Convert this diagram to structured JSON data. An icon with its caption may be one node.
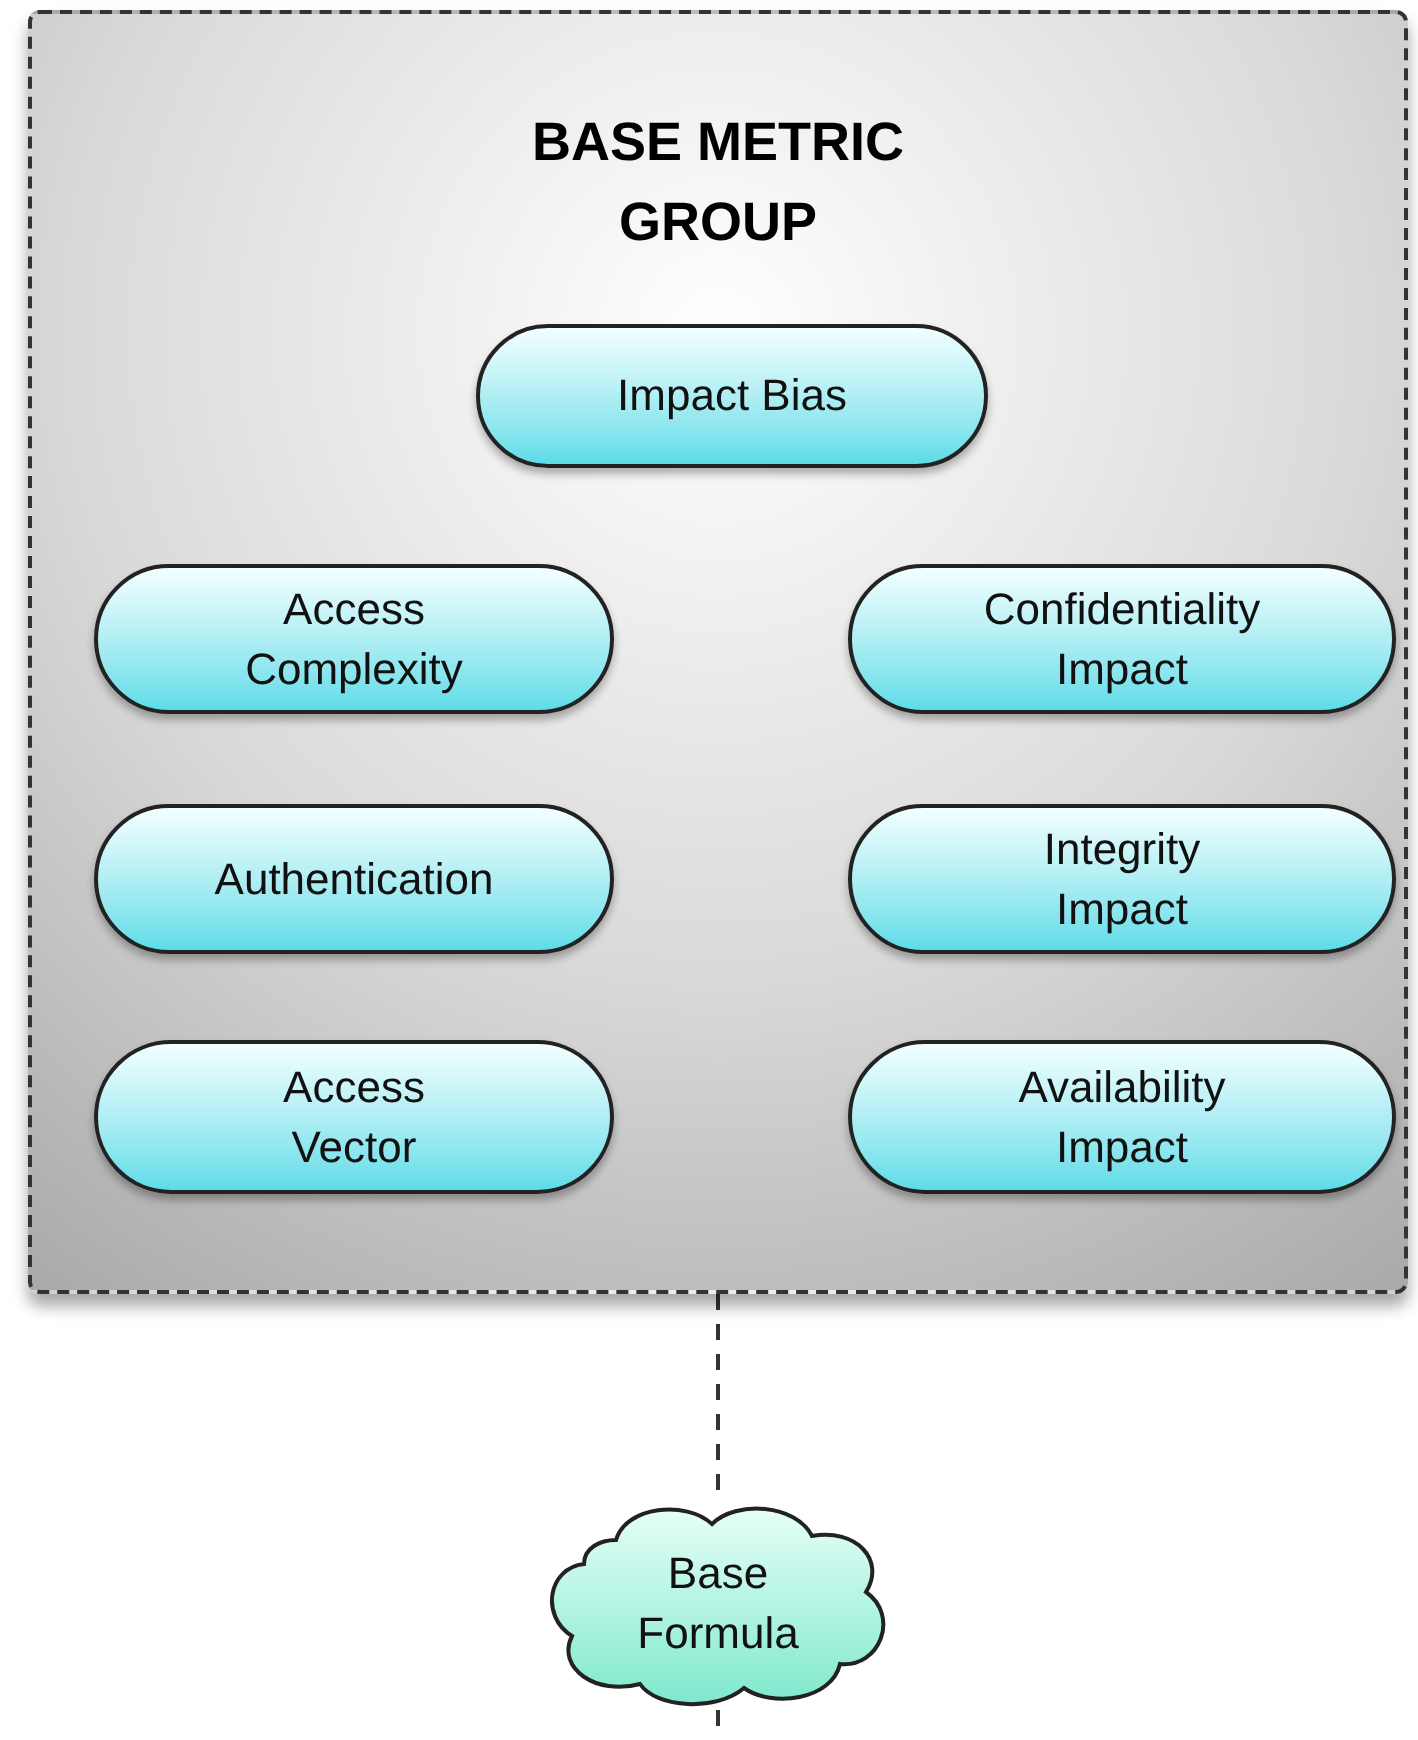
{
  "diagram": {
    "nodes": [
      {
        "text": [
          "BASE METRIC GROUP"
        ]
      },
      {
        "text": [
          "Impact Bias"
        ],
        "in": 0
      },
      {
        "text": [
          "Access Complexity"
        ],
        "in": 0
      },
      {
        "text": [
          "Confidentiality Impact"
        ],
        "in": 0
      },
      {
        "text": [
          "Authentication"
        ],
        "in": 0
      },
      {
        "text": [
          "Integrity Impact"
        ],
        "in": 0
      },
      {
        "text": [
          "Access Vector"
        ],
        "in": 0
      },
      {
        "text": [
          "Availability Impact"
        ],
        "in": 0
      },
      {
        "text": [
          "Base Formula"
        ]
      }
    ],
    "edges": [
      {
        "from": 0,
        "to": 8,
        "arrow": "none",
        "style": "dashed"
      },
      {
        "from": 8,
        "to": null,
        "arrow": "none",
        "style": "dashed"
      }
    ]
  }
}
